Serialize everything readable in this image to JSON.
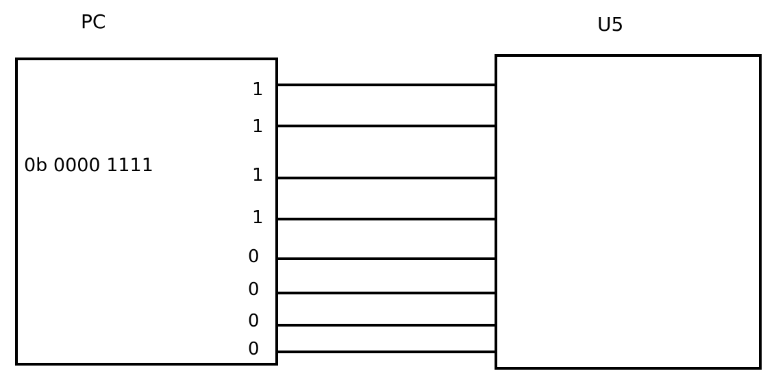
{
  "pc": {
    "title": "PC",
    "value": "0b 0000 1111"
  },
  "u5": {
    "title": "U5"
  },
  "bus": {
    "bits": [
      "1",
      "1",
      "1",
      "1",
      "0",
      "0",
      "0",
      "0"
    ]
  },
  "colors": {
    "stroke": "#000000",
    "background": "#ffffff"
  }
}
